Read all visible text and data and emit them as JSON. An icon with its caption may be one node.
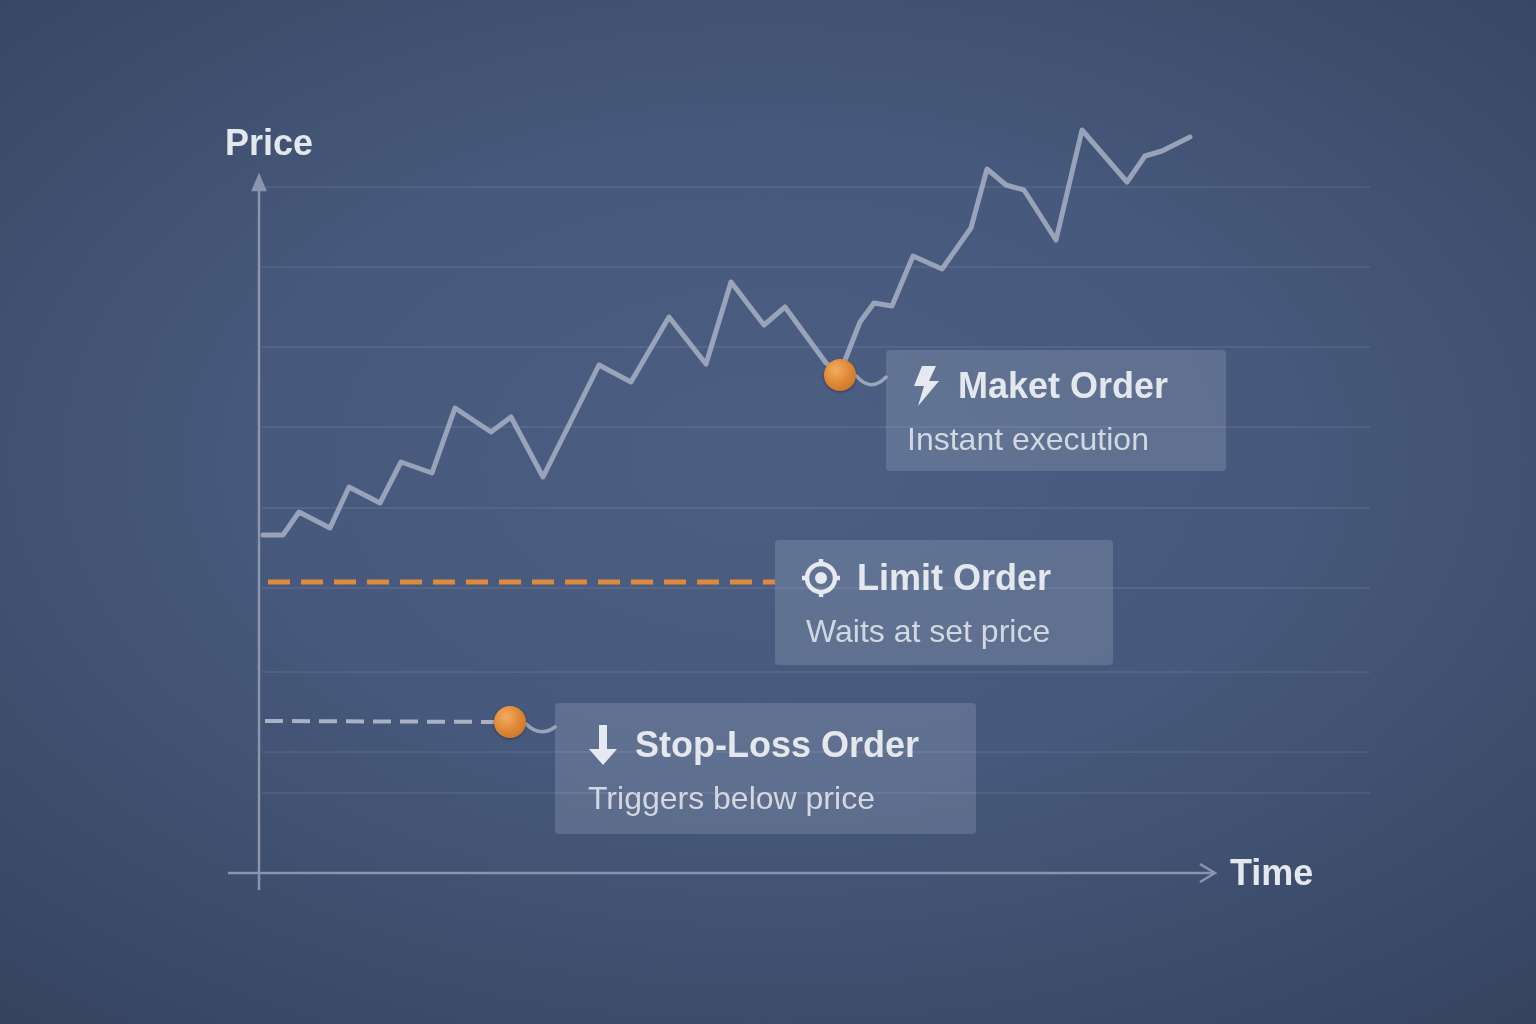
{
  "diagram": {
    "nodes": [
      {
        "text": [],
        "shape": "circle"
      },
      {
        "text": [
          "Maket Order",
          "Instant execution"
        ]
      },
      {
        "text": [
          "Limit Order",
          "Waits at set price"
        ]
      },
      {
        "text": [],
        "shape": "circle"
      },
      {
        "text": [
          "Stop-Loss Order",
          "Triggers below price"
        ]
      }
    ],
    "edges": [
      {
        "from": 0,
        "to": 1,
        "arrow": "none"
      },
      {
        "from": null,
        "to": 2,
        "arrow": "none",
        "style": "dashed",
        "color": "#dd8a3c"
      },
      {
        "from": null,
        "to": 3,
        "arrow": "none",
        "style": "dashed"
      },
      {
        "from": 3,
        "to": 4,
        "arrow": "none"
      }
    ],
    "labels": [
      "Price",
      "Time"
    ]
  }
}
